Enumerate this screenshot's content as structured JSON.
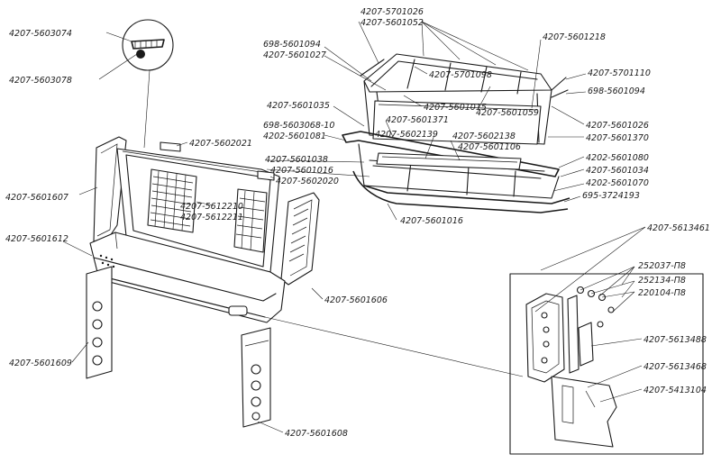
{
  "labels": [
    "4207-5603074",
    "4207-5603078",
    "4207-5601607",
    "4207-5601612",
    "4207-5601609",
    "4207-5601608",
    "4207-5601606",
    "4207-5602021",
    "4207-5612210",
    "4207-5612211",
    "4207-5601038",
    "4207-5601016",
    "4207-5602020",
    "698-5601094",
    "4207-5601027",
    "4207-5701026",
    "4207-5601052",
    "4207-5701098",
    "4207-5601015",
    "4207-5601059",
    "4207-5601218",
    "4207-5701110",
    "698-5601094",
    "4207-5601026",
    "4207-5601370",
    "4207-5601035",
    "4207-5601371",
    "698-5603068-10",
    "4202-5601081",
    "4207-5602139",
    "4207-5602138",
    "4207-5601106",
    "4202-5601080",
    "4207-5601034",
    "4202-5601070",
    "695-3724193",
    "4207-5601016",
    "4207-5613461",
    "252037-П8",
    "252134-П8",
    "220104-П8",
    "4207-5613488",
    "4207-5613468",
    "4207-5413104"
  ]
}
